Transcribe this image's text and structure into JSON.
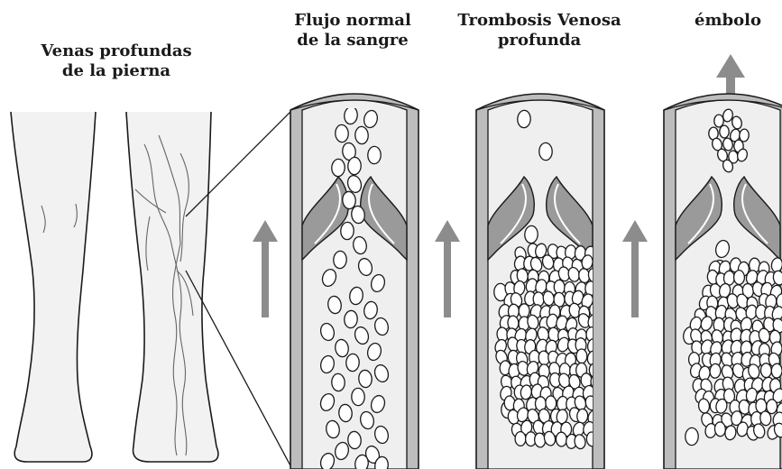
{
  "labels": {
    "legs": {
      "line1": "Venas profundas",
      "line2": "de la pierna"
    },
    "normal": {
      "line1": "Flujo normal",
      "line2": "de la sangre"
    },
    "dvt": {
      "line1": "Trombosis Venosa",
      "line2": "profunda"
    },
    "embolus": {
      "line1": "émbolo"
    }
  },
  "panels": [
    {
      "id": "normal-flow",
      "free_cells": 44,
      "clot": false,
      "embolus": false
    },
    {
      "id": "deep-vein-thrombosis",
      "free_cells": 5,
      "clot": true,
      "embolus": false
    },
    {
      "id": "embolism",
      "free_cells": 4,
      "clot": true,
      "embolus": true
    }
  ],
  "colors": {
    "outline": "#1a1a1a",
    "vein_wall": "#bdbdbd",
    "lumen": "#efefef",
    "valve": "#9a9a9a",
    "arrow": "#8c8c8c",
    "leg_fill": "#f2f2f2"
  }
}
